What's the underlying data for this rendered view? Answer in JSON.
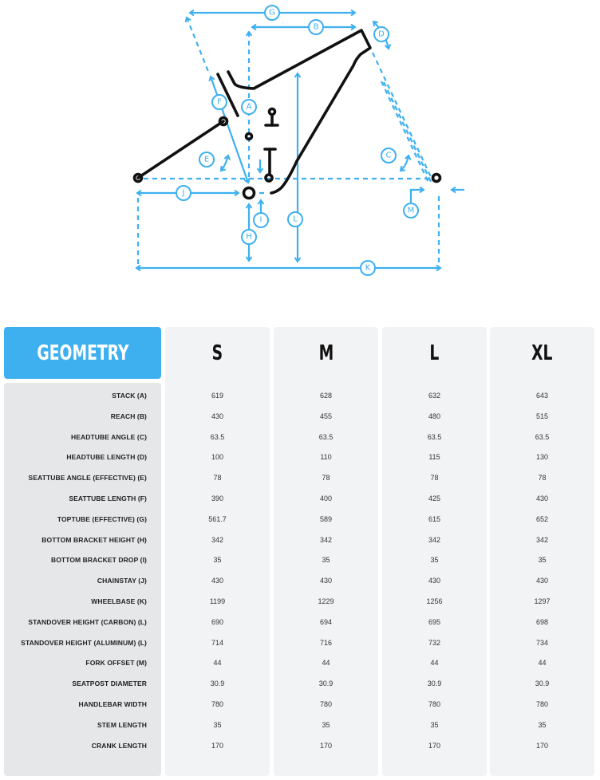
{
  "diagram": {
    "labels": [
      "G",
      "B",
      "D",
      "F",
      "A",
      "E",
      "C",
      "J",
      "I",
      "H",
      "L",
      "M",
      "K"
    ]
  },
  "table": {
    "title": "GEOMETRY",
    "sizes": [
      "S",
      "M",
      "L",
      "XL"
    ],
    "rows": [
      {
        "label": "STACK (A)",
        "values": [
          "619",
          "628",
          "632",
          "643"
        ]
      },
      {
        "label": "REACH (B)",
        "values": [
          "430",
          "455",
          "480",
          "515"
        ]
      },
      {
        "label": "HEADTUBE ANGLE (C)",
        "values": [
          "63.5",
          "63.5",
          "63.5",
          "63.5"
        ]
      },
      {
        "label": "HEADTUBE LENGTH (D)",
        "values": [
          "100",
          "110",
          "115",
          "130"
        ]
      },
      {
        "label": "SEATTUBE ANGLE (EFFECTIVE) (E)",
        "values": [
          "78",
          "78",
          "78",
          "78"
        ]
      },
      {
        "label": "SEATTUBE LENGTH (F)",
        "values": [
          "390",
          "400",
          "425",
          "430"
        ]
      },
      {
        "label": "TOPTUBE (EFFECTIVE) (G)",
        "values": [
          "561.7",
          "589",
          "615",
          "652"
        ]
      },
      {
        "label": "BOTTOM BRACKET HEIGHT (H)",
        "values": [
          "342",
          "342",
          "342",
          "342"
        ]
      },
      {
        "label": "BOTTOM BRACKET DROP (I)",
        "values": [
          "35",
          "35",
          "35",
          "35"
        ]
      },
      {
        "label": "CHAINSTAY (J)",
        "values": [
          "430",
          "430",
          "430",
          "430"
        ]
      },
      {
        "label": "WHEELBASE (K)",
        "values": [
          "1199",
          "1229",
          "1256",
          "1297"
        ]
      },
      {
        "label": "STANDOVER HEIGHT (CARBON) (L)",
        "values": [
          "690",
          "694",
          "695",
          "698"
        ]
      },
      {
        "label": "STANDOVER HEIGHT (ALUMINUM) (L)",
        "values": [
          "714",
          "716",
          "732",
          "734"
        ]
      },
      {
        "label": "FORK OFFSET (M)",
        "values": [
          "44",
          "44",
          "44",
          "44"
        ]
      },
      {
        "label": "SEATPOST DIAMETER",
        "values": [
          "30.9",
          "30.9",
          "30.9",
          "30.9"
        ]
      },
      {
        "label": "HANDLEBAR WIDTH",
        "values": [
          "780",
          "780",
          "780",
          "780"
        ]
      },
      {
        "label": "STEM LENGTH",
        "values": [
          "35",
          "35",
          "35",
          "35"
        ]
      },
      {
        "label": "CRANK LENGTH",
        "values": [
          "170",
          "170",
          "170",
          "170"
        ]
      }
    ]
  },
  "colors": {
    "accent": "#3eb0ef",
    "label_bg": "#e6e7e9",
    "column_bg": "#f2f3f5"
  }
}
